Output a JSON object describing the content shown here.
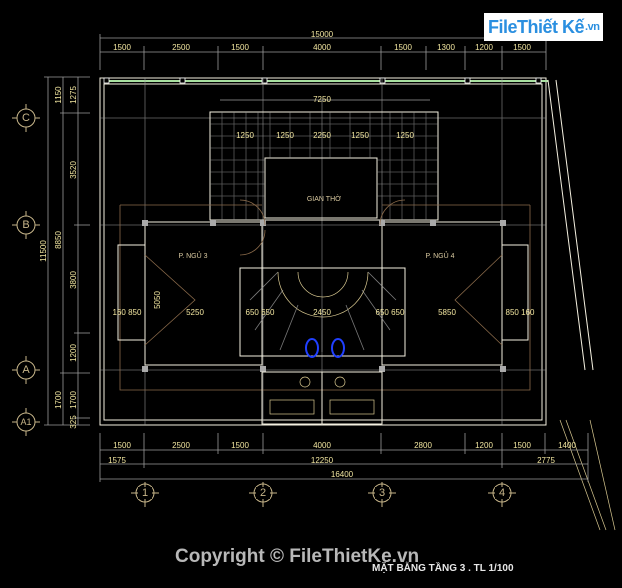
{
  "logo": {
    "text": "FileThiết Kế",
    "suffix": ".vn"
  },
  "watermark": "Copyright © FileThietKe.vn",
  "title": "MẶT BẰNG TẦNG 3  . TL 1/100",
  "colors": {
    "background": "#000000",
    "dimension_text": "#f2e6a0",
    "wall": "#f4f0e0",
    "grid": "#9a9a9a",
    "balcony_rail": "#a8e0a0",
    "fixture": "#2040ff"
  },
  "top_dims": {
    "total": "15000",
    "segments": [
      "1500",
      "2500",
      "1500",
      "4000",
      "1500",
      "1300",
      "1200",
      "1500"
    ]
  },
  "bottom_dims": {
    "segments": [
      "1500",
      "2500",
      "1500",
      "4000",
      "2800",
      "1200",
      "1500",
      "1400"
    ],
    "middle": [
      "1575",
      "12250",
      "2775"
    ],
    "total": "16400"
  },
  "left_dims": {
    "total": "11500",
    "mid": [
      "1150",
      "8850",
      "1700"
    ],
    "inner": [
      "1275",
      "3520",
      "3800",
      "1200",
      "1700",
      "325"
    ]
  },
  "axes": {
    "columns": [
      "1",
      "2",
      "3",
      "4"
    ],
    "rows": [
      "C",
      "B",
      "A",
      "A1"
    ]
  },
  "rooms": {
    "worship": "GIAN THỜ",
    "bed3": "P. NGỦ 3",
    "bed4": "P. NGỦ 4"
  },
  "inner_dims": [
    "7250",
    "1250",
    "1250",
    "2250",
    "1250",
    "1250",
    "5050",
    "5250",
    "5850",
    "2450",
    "160 850",
    "850 160",
    "650 650",
    "650 650"
  ]
}
